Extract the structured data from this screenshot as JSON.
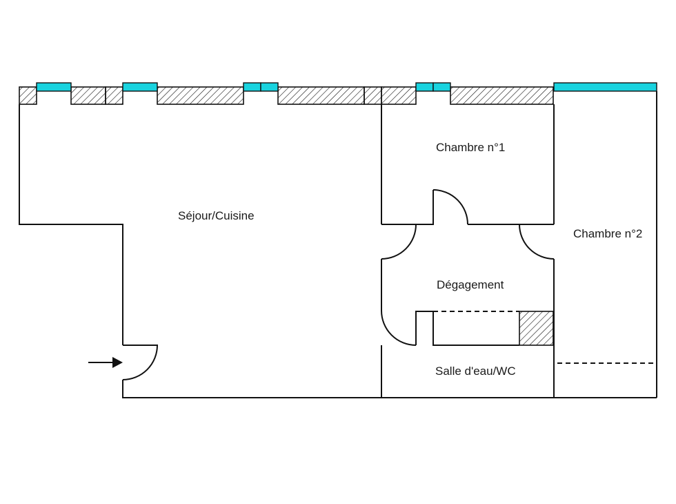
{
  "plan": {
    "rooms": [
      {
        "id": "sejour",
        "label": "Séjour/Cuisine"
      },
      {
        "id": "chambre1",
        "label": "Chambre n°1"
      },
      {
        "id": "chambre2",
        "label": "Chambre n°2"
      },
      {
        "id": "degagement",
        "label": "Dégagement"
      },
      {
        "id": "salle",
        "label": "Salle d'eau/WC"
      }
    ],
    "colors": {
      "walls": "#111111",
      "windows": "#19d3df",
      "hatch": "#111111",
      "background": "#ffffff"
    },
    "icons": {
      "entrance": "entrance-arrow-icon",
      "door": "door-swing-icon",
      "window": "window-icon"
    }
  }
}
